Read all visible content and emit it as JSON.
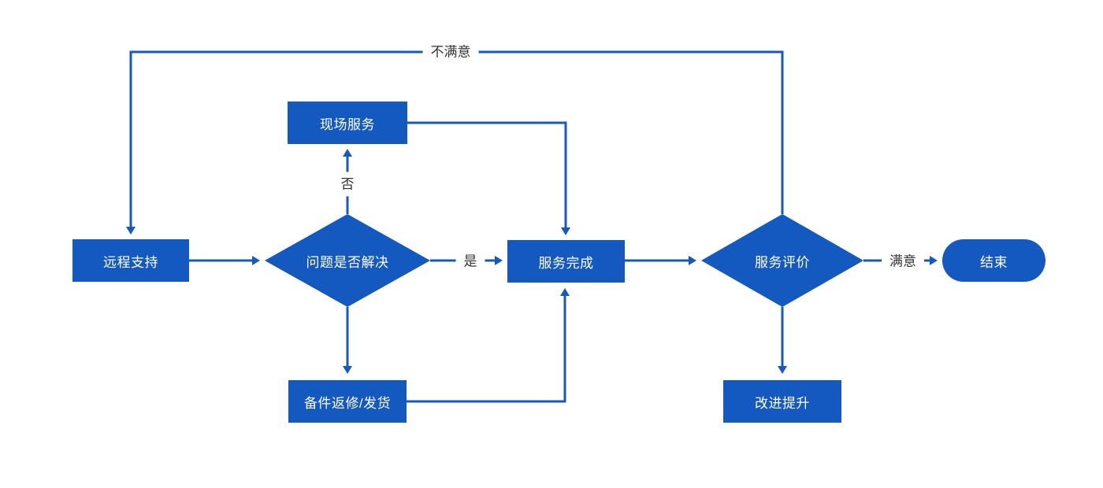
{
  "diagram": {
    "type": "flowchart",
    "colors": {
      "background": "#ffffff",
      "shape_fill": "#1459bf",
      "connector": "#1459bf",
      "shape_text": "#ffffff",
      "label_text": "#333333"
    },
    "nodes": [
      {
        "id": "remote-support",
        "shape": "rectangle",
        "label": "远程支持"
      },
      {
        "id": "problem-solved",
        "shape": "diamond",
        "label": "问题是否解决"
      },
      {
        "id": "onsite-service",
        "shape": "rectangle",
        "label": "现场服务"
      },
      {
        "id": "service-complete",
        "shape": "rectangle",
        "label": "服务完成"
      },
      {
        "id": "spare-parts",
        "shape": "rectangle",
        "label": "备件返修/发货"
      },
      {
        "id": "service-evaluation",
        "shape": "diamond",
        "label": "服务评价"
      },
      {
        "id": "improvement",
        "shape": "rectangle",
        "label": "改进提升"
      },
      {
        "id": "end",
        "shape": "stadium",
        "label": "结束"
      }
    ],
    "edge_labels": [
      {
        "id": "no",
        "text": "否"
      },
      {
        "id": "yes",
        "text": "是"
      },
      {
        "id": "satisfied",
        "text": "满意"
      },
      {
        "id": "unsatisfied",
        "text": "不满意"
      }
    ]
  }
}
